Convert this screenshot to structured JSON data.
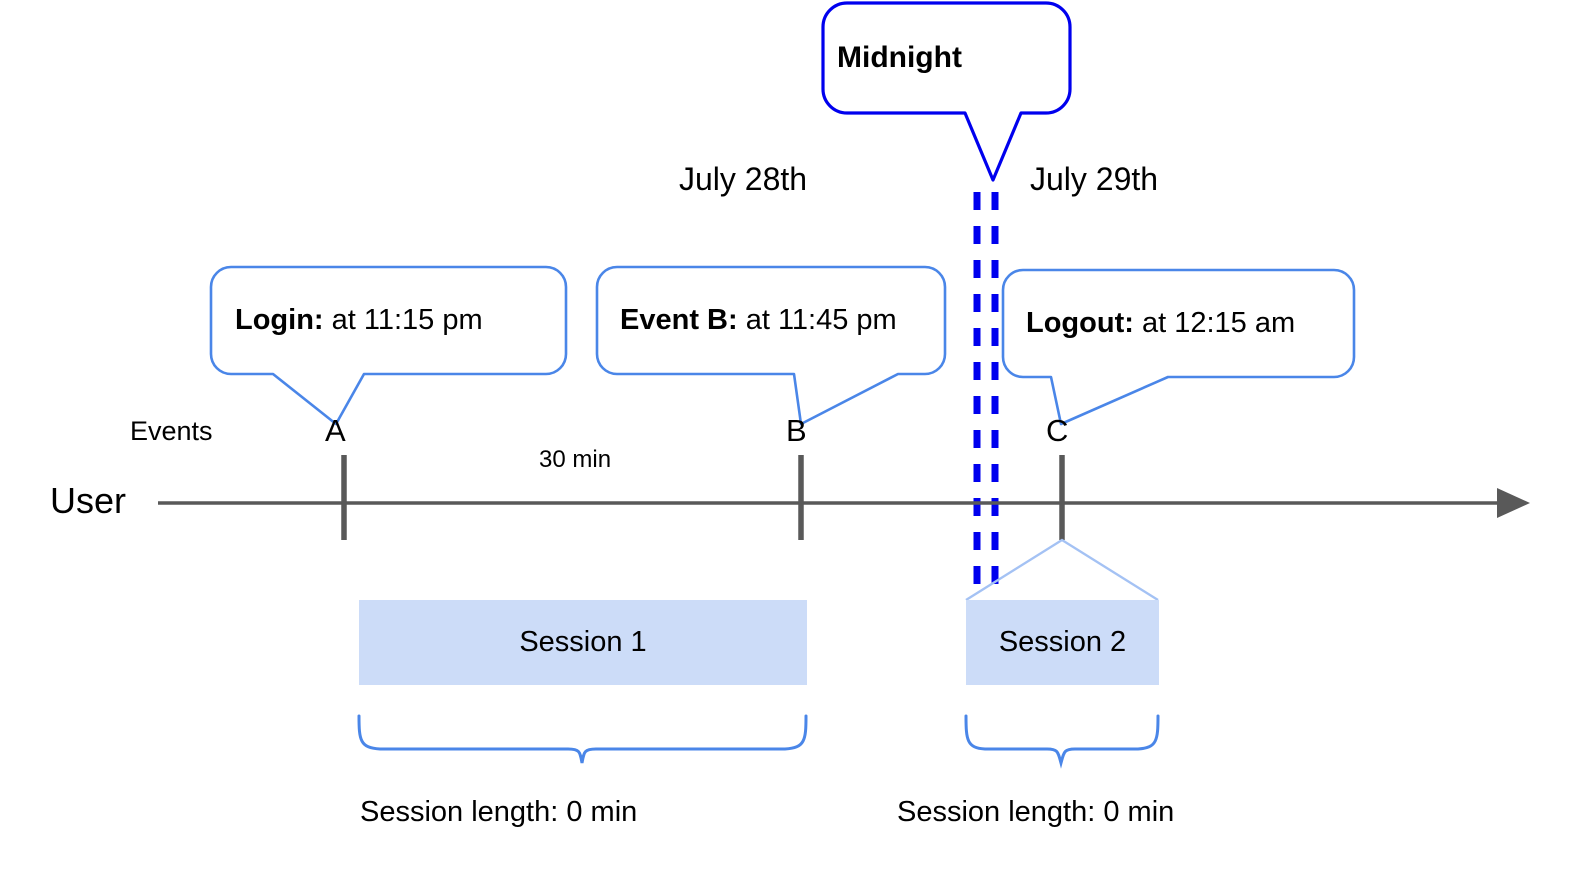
{
  "diagram": {
    "title_callouts": {
      "midnight": {
        "label": "Midnight",
        "border_color": "#0000ee"
      }
    },
    "dates": [
      {
        "name": "date-july-28",
        "label": "July 28th"
      },
      {
        "name": "date-july-29",
        "label": "July 29th"
      }
    ],
    "axis": {
      "row_label": "User",
      "events_label": "Events",
      "duration_label": "30 min",
      "line_color": "#595959"
    },
    "events": [
      {
        "tick": "A",
        "callout_lead": "Login:",
        "callout_rest": " at 11:15 pm"
      },
      {
        "tick": "B",
        "callout_lead": "Event B:",
        "callout_rest": " at 11:45 pm"
      },
      {
        "tick": "C",
        "callout_lead": "Logout:",
        "callout_rest": " at 12:15 am"
      }
    ],
    "sessions": [
      {
        "name": "session-1",
        "label": "Session 1",
        "length_caption": "Session length: 0 min",
        "fill_color": "#ccdcf8"
      },
      {
        "name": "session-2",
        "label": "Session 2",
        "length_caption": "Session length: 0 min",
        "fill_color": "#ccdcf8"
      }
    ],
    "colors": {
      "callout_border": "#4a86e8",
      "midnight_border": "#0000ee",
      "midnight_dashes": "#0000ee",
      "session_fill": "#ccdcf8",
      "brace": "#4a86e8",
      "axis": "#595959"
    }
  }
}
